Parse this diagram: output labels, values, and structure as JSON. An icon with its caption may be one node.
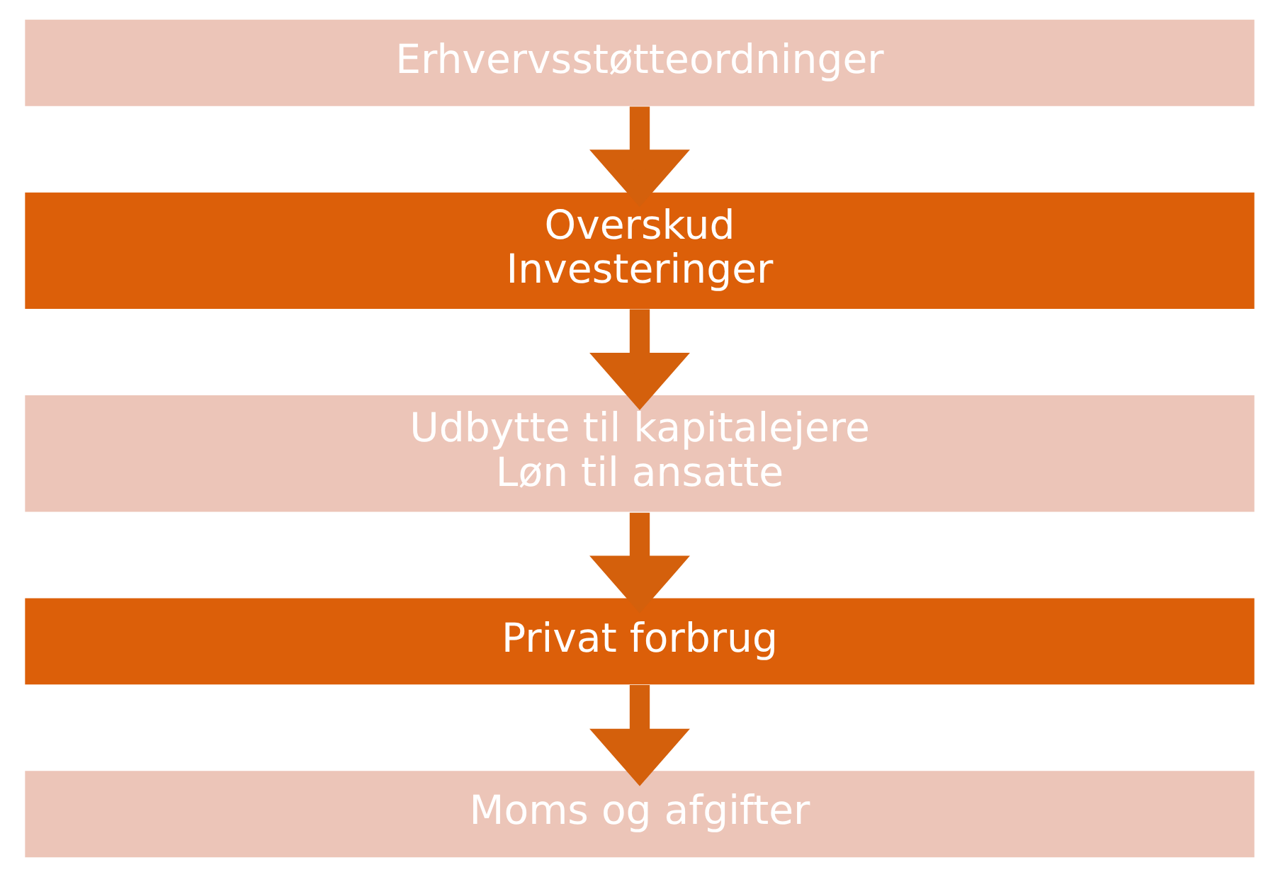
{
  "diagram": {
    "nodes": [
      {
        "text": [
          "Erhvervsstøtteordninger"
        ]
      },
      {
        "text": [
          "Overskud",
          "Investeringer"
        ]
      },
      {
        "text": [
          "Udbytte til kapitalejere",
          "Løn til ansatte"
        ]
      },
      {
        "text": [
          "Privat forbrug"
        ]
      },
      {
        "text": [
          "Moms og afgifter"
        ]
      }
    ],
    "edges": [
      {
        "from": 0,
        "to": 1,
        "arrow": "to"
      },
      {
        "from": 1,
        "to": 2,
        "arrow": "to"
      },
      {
        "from": 2,
        "to": 3,
        "arrow": "to"
      },
      {
        "from": 3,
        "to": 4,
        "arrow": "to"
      }
    ]
  }
}
